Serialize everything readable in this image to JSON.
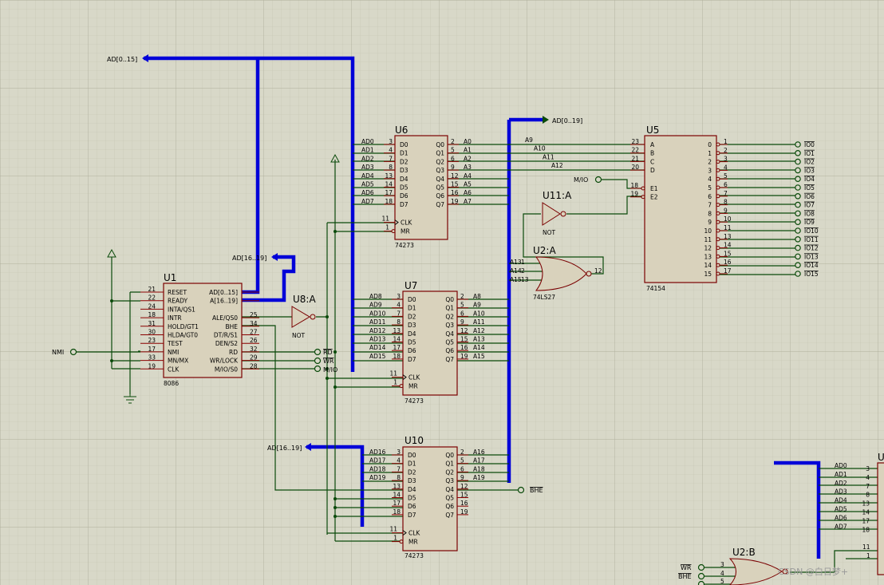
{
  "labels": {
    "bus_ad015": "AD[0..15]",
    "bus_ad019": "AD[0..19]",
    "bus_ad1619_a": "AD[16..19]",
    "bus_ad1619_b": "AD[16..19]",
    "nmi": "NMI",
    "mio": "M/IO",
    "rd": "RD",
    "wr": "WR",
    "mio2": "M/IO",
    "bhe": "BHE",
    "wr_b": "WR",
    "bhe_b": "BHE",
    "watermark": "CSDN @白日梦+"
  },
  "chips": {
    "u1": {
      "ref": "U1",
      "type": "8086",
      "left_pins": [
        [
          "21",
          "RESET"
        ],
        [
          "22",
          "READY"
        ],
        [
          "24",
          "INTA/QS1"
        ],
        [
          "18",
          "INTR"
        ],
        [
          "31",
          "HOLD/GT1"
        ],
        [
          "30",
          "HLDA/GT0"
        ],
        [
          "23",
          "TEST"
        ],
        [
          "17",
          "NMI"
        ],
        [
          "33",
          "MN/MX"
        ],
        [
          "19",
          "CLK"
        ]
      ],
      "right_pins": [
        [
          "AD[0..15]",
          ""
        ],
        [
          "A[16..19]",
          ""
        ],
        [
          "ALE/QS0",
          "25"
        ],
        [
          "BHE",
          "34"
        ],
        [
          "DT/R/S1",
          "27"
        ],
        [
          "DEN/S2",
          "26"
        ],
        [
          "RD",
          "32"
        ],
        [
          "WR/LOCK",
          "29"
        ],
        [
          "M/IO/S0",
          "28"
        ]
      ]
    },
    "u6": {
      "ref": "U6",
      "type": "74273",
      "in_nets": [
        "AD0",
        "AD1",
        "AD2",
        "AD3",
        "AD4",
        "AD5",
        "AD6",
        "AD7"
      ],
      "in_nums": [
        "3",
        "4",
        "7",
        "8",
        "13",
        "14",
        "17",
        "18"
      ],
      "in_names": [
        "D0",
        "D1",
        "D2",
        "D3",
        "D4",
        "D5",
        "D6",
        "D7"
      ],
      "out_names": [
        "Q0",
        "Q1",
        "Q2",
        "Q3",
        "Q4",
        "Q5",
        "Q6",
        "Q7"
      ],
      "out_nums": [
        "2",
        "5",
        "6",
        "9",
        "12",
        "15",
        "16",
        "19"
      ],
      "out_nets": [
        "A0",
        "A1",
        "A2",
        "A3",
        "A4",
        "A5",
        "A6",
        "A7"
      ],
      "clk": [
        "11",
        "CLK"
      ],
      "mr": [
        "1",
        "MR"
      ]
    },
    "u7": {
      "ref": "U7",
      "type": "74273",
      "in_nets": [
        "AD8",
        "AD9",
        "AD10",
        "AD11",
        "AD12",
        "AD13",
        "AD14",
        "AD15"
      ],
      "in_nums": [
        "3",
        "4",
        "7",
        "8",
        "13",
        "14",
        "17",
        "18"
      ],
      "in_names": [
        "D0",
        "D1",
        "D2",
        "D3",
        "D4",
        "D5",
        "D6",
        "D7"
      ],
      "out_names": [
        "Q0",
        "Q1",
        "Q2",
        "Q3",
        "Q4",
        "Q5",
        "Q6",
        "Q7"
      ],
      "out_nums": [
        "2",
        "5",
        "6",
        "9",
        "12",
        "15",
        "16",
        "19"
      ],
      "out_nets": [
        "A8",
        "A9",
        "A10",
        "A11",
        "A12",
        "A13",
        "A14",
        "A15"
      ],
      "clk": [
        "11",
        "CLK"
      ],
      "mr": [
        "1",
        "MR"
      ]
    },
    "u10": {
      "ref": "U10",
      "type": "74273",
      "in_nets": [
        "AD16",
        "AD17",
        "AD18",
        "AD19",
        "",
        "",
        "",
        ""
      ],
      "in_nums": [
        "3",
        "4",
        "7",
        "8",
        "13",
        "14",
        "17",
        "18"
      ],
      "in_names": [
        "D0",
        "D1",
        "D2",
        "D3",
        "D4",
        "D5",
        "D6",
        "D7"
      ],
      "out_names": [
        "Q0",
        "Q1",
        "Q2",
        "Q3",
        "Q4",
        "Q5",
        "Q6",
        "Q7"
      ],
      "out_nums": [
        "2",
        "5",
        "6",
        "9",
        "12",
        "15",
        "16",
        "19"
      ],
      "out_nets": [
        "A16",
        "A17",
        "A18",
        "A19",
        "",
        "",
        "",
        ""
      ],
      "clk": [
        "11",
        "CLK"
      ],
      "mr": [
        "1",
        "MR"
      ]
    },
    "u5": {
      "ref": "U5",
      "type": "74154",
      "in_nets": [
        "A9",
        "A10",
        "A11",
        "A12"
      ],
      "in_nums": [
        "23",
        "22",
        "21",
        "20"
      ],
      "in_names": [
        "A",
        "B",
        "C",
        "D"
      ],
      "en_nums": [
        "18",
        "19"
      ],
      "en_names": [
        "E1",
        "E2"
      ],
      "out_names": [
        "0",
        "1",
        "2",
        "3",
        "4",
        "5",
        "6",
        "7",
        "8",
        "9",
        "10",
        "11",
        "12",
        "13",
        "14",
        "15"
      ],
      "out_nums": [
        "1",
        "2",
        "3",
        "4",
        "5",
        "6",
        "7",
        "8",
        "9",
        "10",
        "11",
        "13",
        "14",
        "15",
        "16",
        "17"
      ],
      "out_nets": [
        "IO0",
        "IO1",
        "IO2",
        "IO3",
        "IO4",
        "IO5",
        "IO6",
        "IO7",
        "IO8",
        "IO9",
        "IO10",
        "IO11",
        "IO12",
        "IO13",
        "IO14",
        "IO15"
      ]
    },
    "u8": {
      "ref": "U8:A",
      "type": "NOT"
    },
    "u11": {
      "ref": "U11:A",
      "type": "NOT"
    },
    "u2a": {
      "ref": "U2:A",
      "type": "74LS27",
      "inputs": [
        [
          "A13",
          "1"
        ],
        [
          "A14",
          "2"
        ],
        [
          "A15",
          "13"
        ]
      ],
      "out": "12"
    },
    "u2b": {
      "ref": "U2:B",
      "inputs": [
        [
          "3"
        ],
        [
          "4"
        ],
        [
          "5"
        ]
      ]
    },
    "u_partial": {
      "ref": "U",
      "in_nets": [
        "AD0",
        "AD1",
        "AD2",
        "AD3",
        "AD4",
        "AD5",
        "AD6",
        "AD7"
      ],
      "in_nums": [
        "3",
        "4",
        "7",
        "8",
        "13",
        "14",
        "17",
        "18"
      ],
      "clk": "11",
      "mr": "1"
    }
  }
}
